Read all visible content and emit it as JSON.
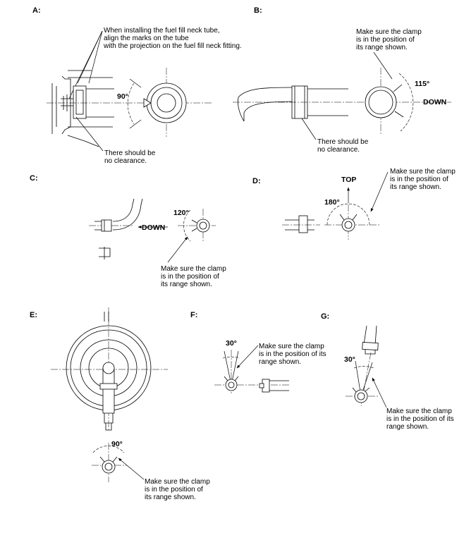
{
  "panels": {
    "A": {
      "label": "A:",
      "note": [
        "When installing the fuel fill neck tube,",
        "align the marks on the tube",
        "with the projection on the fuel fill neck fitting."
      ],
      "angle": "90°",
      "clearance": [
        "There should be",
        "no clearance."
      ]
    },
    "B": {
      "label": "B:",
      "note": [
        "Make sure the clamp",
        "is in the position of",
        "its range shown."
      ],
      "angle": "115°",
      "direction": "DOWN",
      "clearance": [
        "There should be",
        "no clearance."
      ]
    },
    "C": {
      "label": "C:",
      "angle": "120°",
      "direction": "DOWN",
      "note": [
        "Make sure the clamp",
        "is in the position of",
        "its range shown."
      ]
    },
    "D": {
      "label": "D:",
      "angle": "180°",
      "direction": "TOP",
      "note": [
        "Make sure the clamp",
        "is in the position of",
        "its range shown."
      ]
    },
    "E": {
      "label": "E:",
      "angle": "90°",
      "note": [
        "Make sure the clamp",
        "is in the position of",
        "its range shown."
      ]
    },
    "F": {
      "label": "F:",
      "angle": "30°",
      "note": [
        "Make sure the clamp",
        "is in the position of its",
        "range shown."
      ]
    },
    "G": {
      "label": "G:",
      "angle": "30°",
      "note": [
        "Make sure the clamp",
        "is in the position of its",
        "range shown."
      ]
    }
  },
  "colors": {
    "line": "#000000",
    "fill_gray": "#e6e6e6"
  }
}
